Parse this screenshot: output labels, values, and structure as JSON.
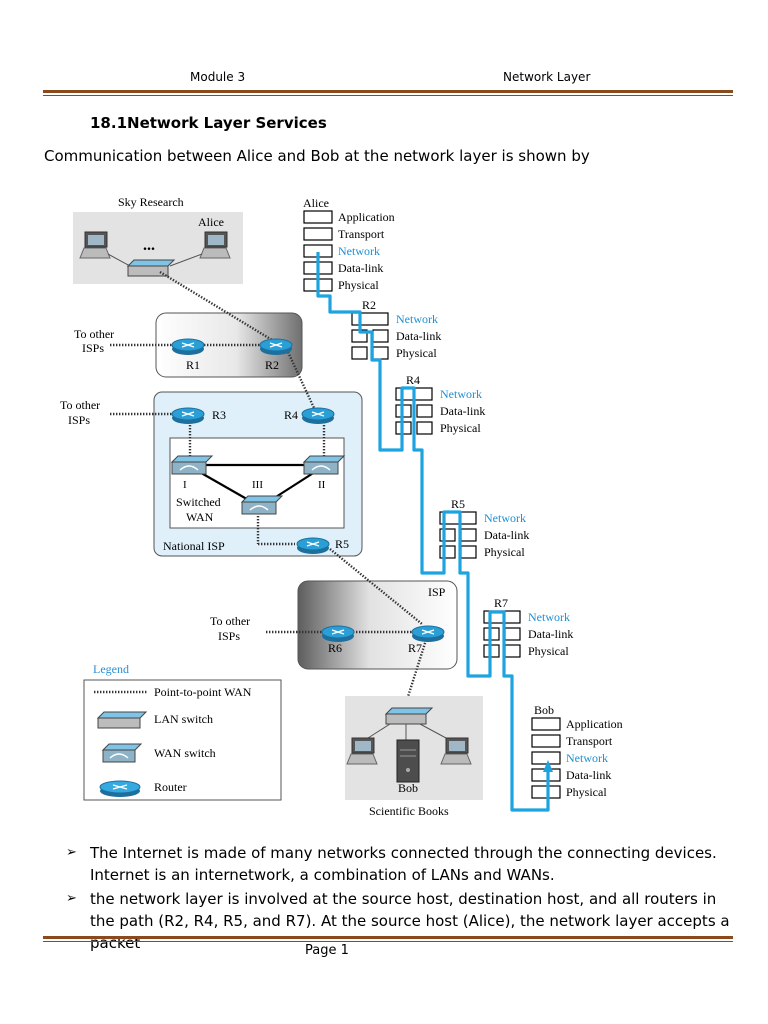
{
  "header": {
    "module": "Module 3",
    "section": "Network Layer"
  },
  "heading": "18.1Network Layer Services",
  "intro": "Communication between Alice and Bob at the network layer is shown by",
  "figure": {
    "sky_research": "Sky Research",
    "alice_site": "Alice",
    "dots": "...",
    "to_other_isps": [
      "To other",
      "ISPs"
    ],
    "routers": {
      "r1": "R1",
      "r2": "R2",
      "r3": "R3",
      "r4": "R4",
      "r5": "R5",
      "r6": "R6",
      "r7": "R7"
    },
    "wan_switches": {
      "s1": "I",
      "s2": "II",
      "s3": "III"
    },
    "switched_wan": [
      "Switched",
      "WAN"
    ],
    "national_isp": "National ISP",
    "isp": "ISP",
    "legend": {
      "title": "Legend",
      "items": [
        "Point-to-point WAN",
        "LAN switch",
        "WAN switch",
        "Router"
      ]
    },
    "bob_site": "Bob",
    "scientific_books": "Scientific Books",
    "stacks": {
      "alice": {
        "name": "Alice",
        "layers": [
          "Application",
          "Transport",
          "Network",
          "Data-link",
          "Physical"
        ]
      },
      "r2": {
        "name": "R2",
        "layers": [
          "Network",
          "Data-link",
          "Physical"
        ]
      },
      "r4": {
        "name": "R4",
        "layers": [
          "Network",
          "Data-link",
          "Physical"
        ]
      },
      "r5": {
        "name": "R5",
        "layers": [
          "Network",
          "Data-link",
          "Physical"
        ]
      },
      "r7": {
        "name": "R7",
        "layers": [
          "Network",
          "Data-link",
          "Physical"
        ]
      },
      "bob": {
        "name": "Bob",
        "layers": [
          "Application",
          "Transport",
          "Network",
          "Data-link",
          "Physical"
        ]
      }
    },
    "colors": {
      "path": "#1ca3e0",
      "router": "#2a9fd6",
      "network_text": "#1e8fd6"
    }
  },
  "bullets": [
    "The Internet is made of many networks connected through the connecting devices. Internet is an internetwork, a combination of LANs and WANs.",
    "the network layer is involved at the source host, destination host, and all routers in the path (R2, R4, R5, and R7). At the source host (Alice), the network layer accepts a packet"
  ],
  "footer": "Page 1"
}
